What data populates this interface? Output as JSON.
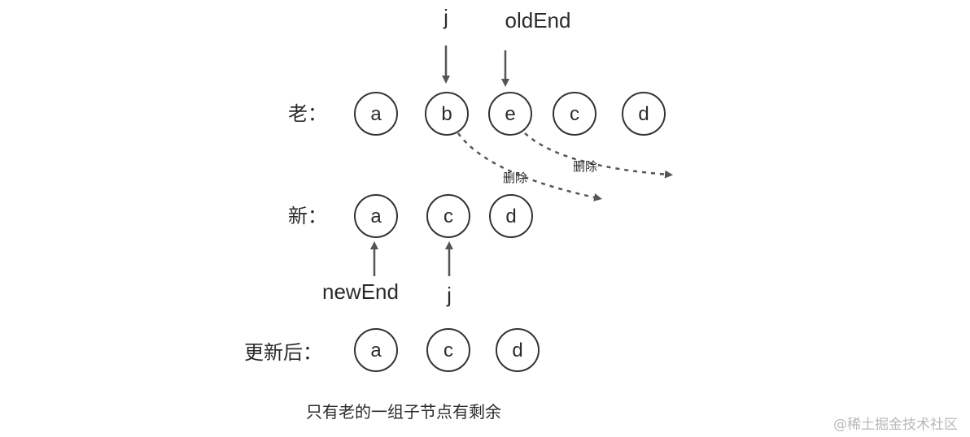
{
  "rows": [
    {
      "label": "老：",
      "nodes": [
        "a",
        "b",
        "e",
        "c",
        "d"
      ]
    },
    {
      "label": "新：",
      "nodes": [
        "a",
        "c",
        "d"
      ]
    },
    {
      "label": "更新后：",
      "nodes": [
        "a",
        "c",
        "d"
      ]
    }
  ],
  "pointers": {
    "old_j": "j",
    "old_end": "oldEnd",
    "new_end": "newEnd",
    "new_j": "j"
  },
  "annotations": {
    "delete_b": "删除",
    "delete_e": "删除"
  },
  "caption": "只有老的一组子节点有剩余",
  "watermark": "@稀土掘金技术社区"
}
